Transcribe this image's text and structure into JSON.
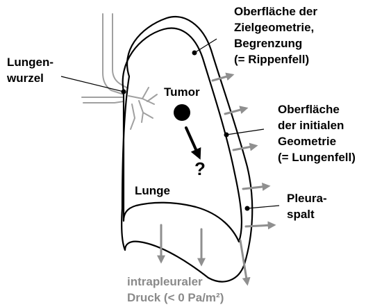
{
  "labels": {
    "lungenwurzel": [
      "Lungen-",
      "wurzel"
    ],
    "ziel": [
      "Oberfläche der",
      "Zielgeometrie,",
      "Begrenzung",
      "(= Rippenfell)"
    ],
    "tumor": "Tumor",
    "question": "?",
    "initial": [
      "Oberfläche",
      "der initialen",
      "Geometrie",
      "(= Lungenfell)"
    ],
    "lunge": "Lunge",
    "pleuraspalt": [
      "Pleura-",
      "spalt"
    ],
    "druck": [
      "intrapleuraler",
      "Druck (< 0 Pa/m²)"
    ]
  },
  "colors": {
    "outline": "#000000",
    "airway": "#a0a0a0",
    "pressure_arrow": "#8f8f8f",
    "pressure_text": "#8a8a8a"
  }
}
